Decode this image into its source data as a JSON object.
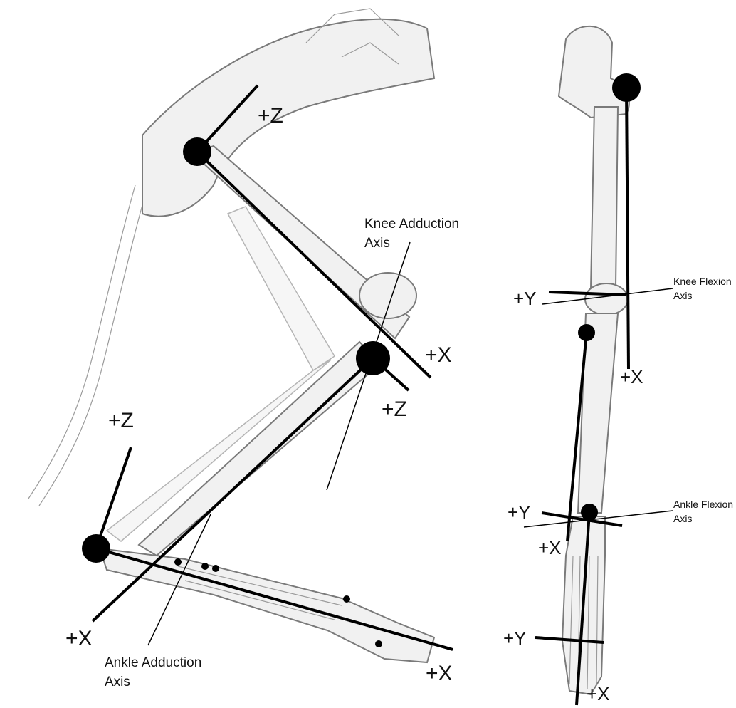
{
  "left_view": {
    "hip_z_label": "+Z",
    "knee_x_label": "+X",
    "knee_z_label": "+Z",
    "ankle_z_label": "+Z",
    "ankle_x_label": "+X",
    "foot_x_label": "+X",
    "knee_adduction_axis": [
      "Knee Adduction",
      "Axis"
    ],
    "ankle_adduction_axis": [
      "Ankle Adduction",
      "Axis"
    ]
  },
  "right_view": {
    "knee_y_label": "+Y",
    "shank_x_label": "+X",
    "ankle_y_label": "+Y",
    "ankle_x_label": "+X",
    "foot_y_label": "+Y",
    "foot_x_label": "+X",
    "knee_flexion_axis": [
      "Knee Flexion",
      "Axis"
    ],
    "ankle_flexion_axis": [
      "Ankle Flexion",
      "Axis"
    ]
  }
}
